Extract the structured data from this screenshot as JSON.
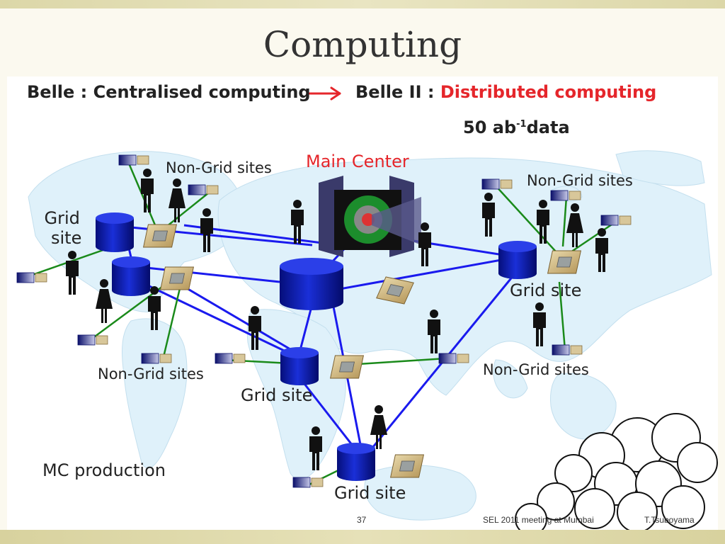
{
  "slide": {
    "title": "Computing",
    "page_number": "37",
    "footer_event": "SEL 2011 meeting at Mumbai",
    "footer_author": "T.Tsuboyama"
  },
  "diagram": {
    "heading_left": "Belle : Centralised computing",
    "heading_right_prefix": "Belle II :",
    "heading_right_highlight": "Distributed computing",
    "data_volume_value": "50 ab",
    "data_volume_exp": "-1",
    "data_volume_unit": "data",
    "main_center": "Main Center",
    "grid_site_two_line": [
      "Grid",
      "site"
    ],
    "grid_site": "Grid site",
    "non_grid_sites": "Non-Grid sites",
    "mc_production": "MC production"
  },
  "colors": {
    "accent_red": "#e5262b",
    "link_blue": "#1a1aee",
    "link_green": "#1a8a1a",
    "map_fill": "#dff1fa",
    "storage_blue": "#0a15b8"
  }
}
